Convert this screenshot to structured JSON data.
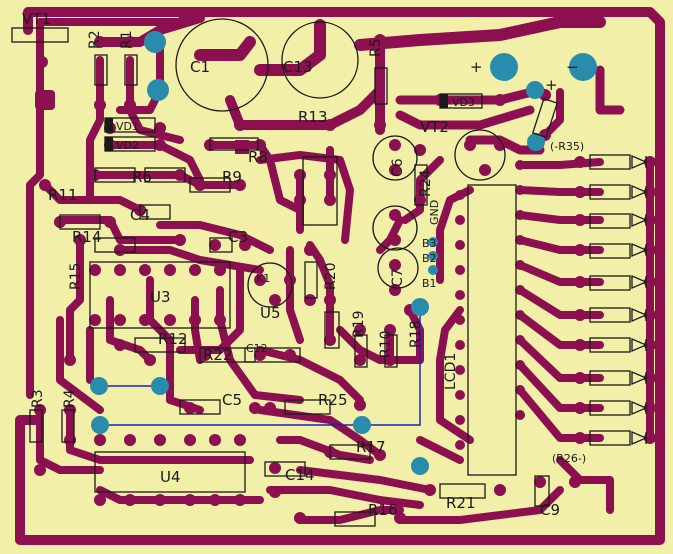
{
  "colors": {
    "board": "#f2f0a8",
    "copper": "#8c1050",
    "via": "#2a8cac",
    "silk": "#1a1a1a",
    "jumper": "#2020c0"
  },
  "labels": {
    "vt1": "VT1",
    "r2": "R2",
    "r1": "R1",
    "c1": "C1",
    "c13": "C13",
    "r5": "R5",
    "vd1": "VD1",
    "vd2": "VD2",
    "r13": "R13",
    "vd3": "VD3",
    "vt2": "VT2",
    "r35": "(-R35)",
    "r8": "R8",
    "c6": "C6",
    "r24": "R24",
    "gnd": "GND",
    "r11": "R11",
    "r6": "R6",
    "r9": "R9",
    "c4": "C4",
    "r14": "R14",
    "c3": "C3",
    "b3": "B3",
    "b2": "B2",
    "b1": "B1",
    "k1": "K1",
    "r20": "R20",
    "r15": "R15",
    "u3": "U3",
    "u5": "U5",
    "c7": "C7",
    "r19": "R19",
    "r18": "R18",
    "r12": "R12",
    "r22": "R22",
    "c12": "C12",
    "r10": "R10",
    "lcd": "LCD1",
    "r3": "R3",
    "r4": "R4",
    "c5": "C5",
    "r25": "R25",
    "r17": "R17",
    "r26": "(R26-)",
    "u4": "U4",
    "c14": "C14",
    "r21": "R21",
    "c9": "C9",
    "r16": "R16",
    "plus1": "+",
    "minus1": "−",
    "plus2": "+"
  }
}
